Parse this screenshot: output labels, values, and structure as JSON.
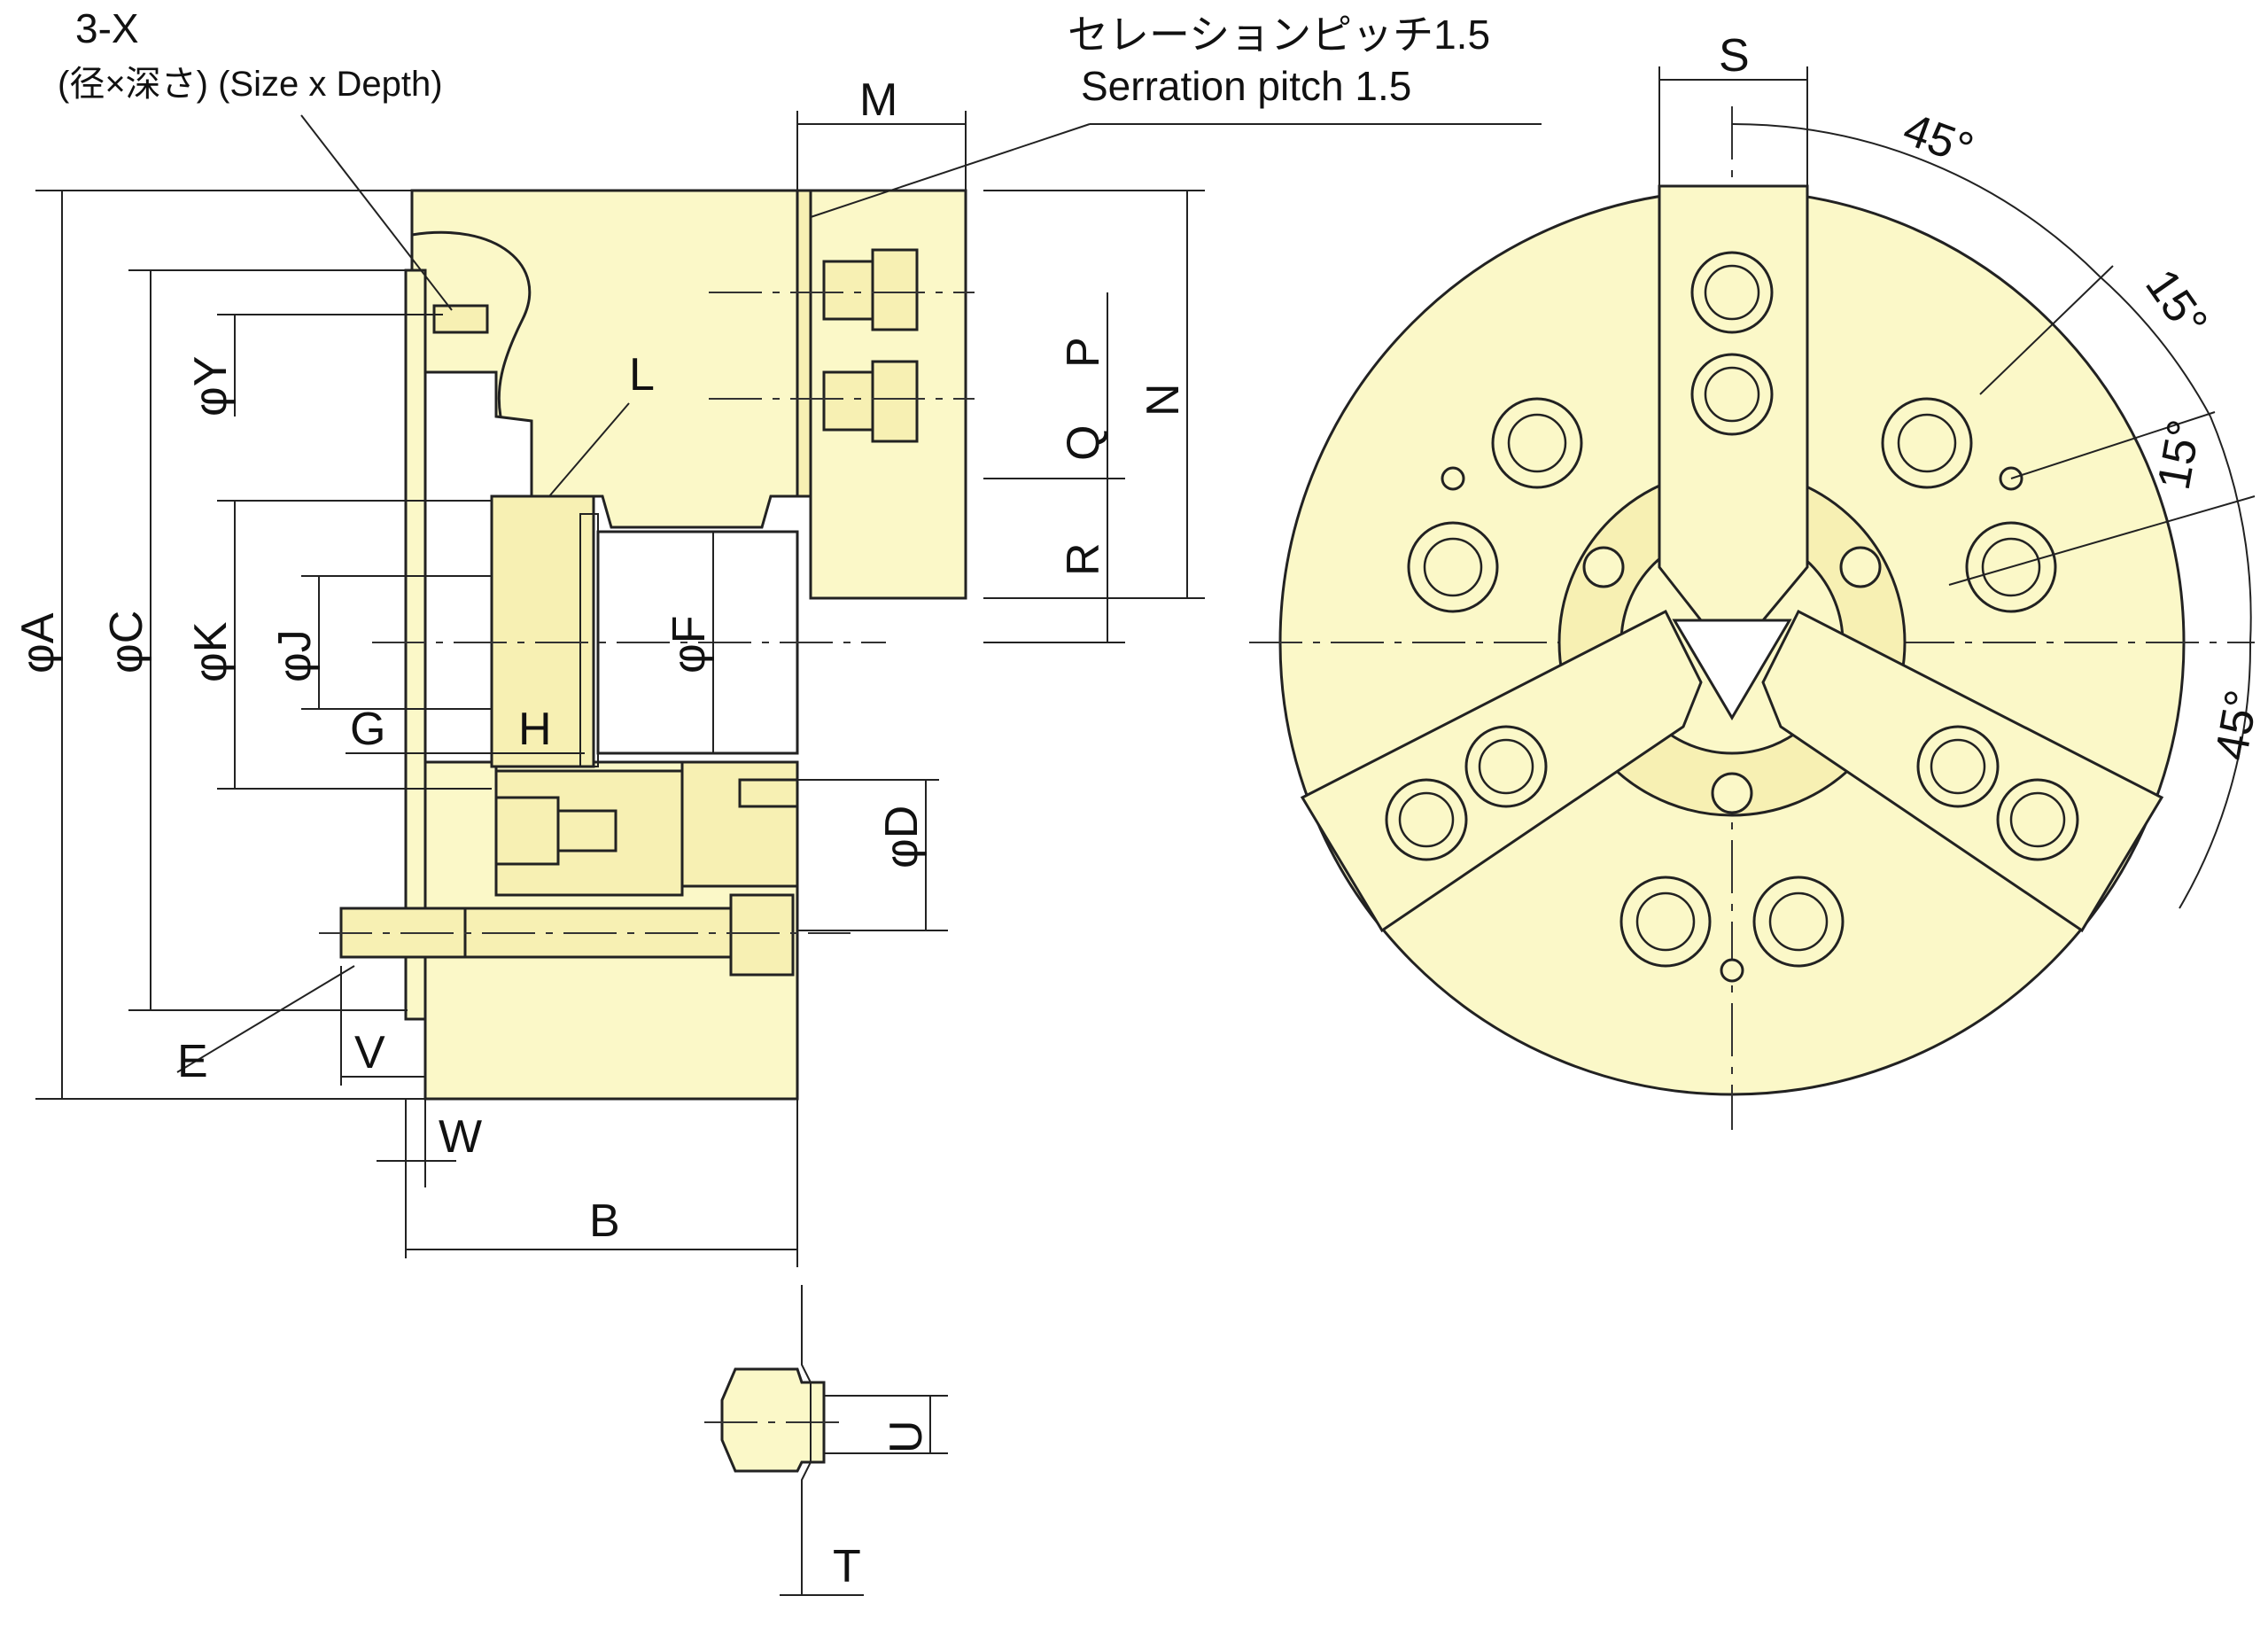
{
  "notes": {
    "hole_spec": "3-X",
    "hole_spec_sub": "(径×深さ) (Size x Depth)",
    "serration_jp": "セレーションピッチ1.5",
    "serration_en": "Serration pitch 1.5"
  },
  "dimensions": {
    "A": "φA",
    "C": "φC",
    "K": "φK",
    "J": "φJ",
    "Y": "φY",
    "F": "φF",
    "D": "φD",
    "L": "L",
    "G": "G",
    "H": "H",
    "E": "E",
    "V": "V",
    "W": "W",
    "B": "B",
    "M": "M",
    "N": "N",
    "P": "P",
    "Q": "Q",
    "R": "R",
    "S": "S",
    "U": "U",
    "T": "T"
  },
  "angles": {
    "top": "45°",
    "upper_right": "15°",
    "right": "15°",
    "lower_right": "45°"
  }
}
